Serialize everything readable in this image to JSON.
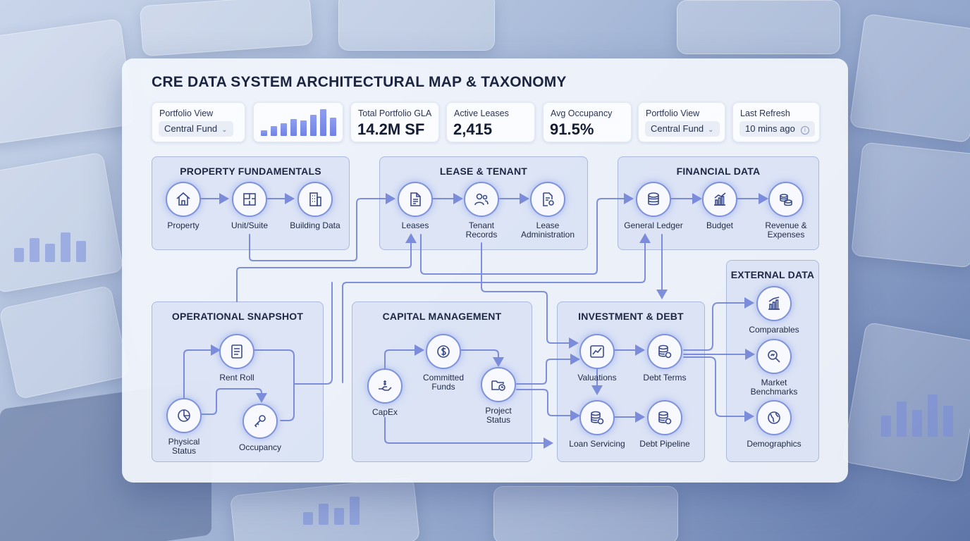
{
  "title": "CRE DATA SYSTEM ARCHITECTURAL MAP & TAXONOMY",
  "kpis": {
    "portfolio_view_1": {
      "label": "Portfolio View",
      "value": "Central Fund"
    },
    "sparkline": {
      "values": [
        8,
        14,
        18,
        24,
        22,
        30,
        38,
        26
      ]
    },
    "gla": {
      "label": "Total Portfolio GLA",
      "value": "14.2M SF"
    },
    "leases": {
      "label": "Active Leases",
      "value": "2,415"
    },
    "occupancy": {
      "label": "Avg Occupancy",
      "value": "91.5%"
    },
    "portfolio_view_2": {
      "label": "Portfolio View",
      "value": "Central Fund"
    },
    "refresh": {
      "label": "Last Refresh",
      "value": "10 mins ago"
    }
  },
  "groups": {
    "property": {
      "title": "PROPERTY FUNDAMENTALS",
      "nodes": [
        "Property",
        "Unit/Suite",
        "Building Data"
      ]
    },
    "lease": {
      "title": "LEASE & TENANT",
      "nodes": [
        "Leases",
        "Tenant\nRecords",
        "Lease\nAdministration"
      ]
    },
    "financial": {
      "title": "FINANCIAL DATA",
      "nodes": [
        "General Ledger",
        "Budget",
        "Revenue &\nExpenses"
      ]
    },
    "operational": {
      "title": "OPERATIONAL SNAPSHOT",
      "nodes": [
        "Rent Roll",
        "Physical\nStatus",
        "Occupancy"
      ]
    },
    "capital": {
      "title": "CAPITAL MANAGEMENT",
      "nodes": [
        "Committed\nFunds",
        "CapEx",
        "Project\nStatus"
      ]
    },
    "investment": {
      "title": "INVESTMENT & DEBT",
      "nodes": [
        "Valuations",
        "Debt Terms",
        "Loan Servicing",
        "Debt Pipeline"
      ]
    },
    "external": {
      "title": "EXTERNAL DATA",
      "nodes": [
        "Comparables",
        "Market\nBenchmarks",
        "Demographics"
      ]
    }
  },
  "colors": {
    "accent": "#6f82e4",
    "group_fill": "#d5dff3",
    "group_border": "#aab9dc",
    "wire": "#6b7fd6"
  }
}
